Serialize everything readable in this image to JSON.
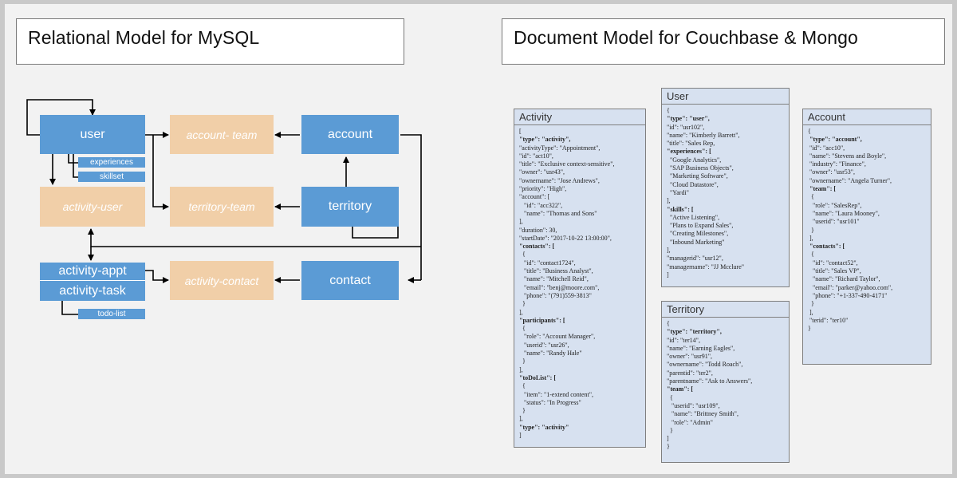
{
  "titles": {
    "left": "Relational Model for MySQL",
    "right": "Document Model for Couchbase & Mongo"
  },
  "relational": {
    "user": "user",
    "experiences": "experiences",
    "skillset": "skillset",
    "account_team": "account- team",
    "account": "account",
    "activity_user": "activity-user",
    "territory_team": "territory-team",
    "territory": "territory",
    "activity_appt": "activity-appt",
    "activity_task": "activity-task",
    "todo_list": "todo-list",
    "activity_contact": "activity-contact",
    "contact": "contact"
  },
  "colors": {
    "entity_blue": "#5b9bd5",
    "junction_tan": "#f1cfa8",
    "doc_fill": "#d7e1f0",
    "arrow": "#000000"
  },
  "documents": {
    "activity": {
      "title": "Activity",
      "lines": [
        [
          "[",
          false
        ],
        [
          "\"type\": \"activity\",",
          true
        ],
        [
          "\"activityType\": \"Appointment\",",
          false
        ],
        [
          "\"id\": \"act10\",",
          false
        ],
        [
          "\"title\": \"Exclusive context-sensitive\",",
          false
        ],
        [
          "\"owner\": \"usr43\",",
          false
        ],
        [
          "\"ownername\": \"Jose Andrews\",",
          false
        ],
        [
          "\"priority\": \"High\",",
          false
        ],
        [
          "\"account\": [",
          false
        ],
        [
          "   \"id\": \"acc322\",",
          false
        ],
        [
          "   \"name\": \"Thomas and Sons\"",
          false
        ],
        [
          "],",
          false
        ],
        [
          "\"duration\": 30,",
          false
        ],
        [
          "\"startDate\": \"2017-10-22 13:00:00\",",
          false
        ],
        [
          "\"contacts\": [",
          true
        ],
        [
          "  {",
          false
        ],
        [
          "   \"id\": \"contact1724\",",
          false
        ],
        [
          "   \"title\": \"Business Analyst\",",
          false
        ],
        [
          "   \"name\": \"Mitchell Reid\",",
          false
        ],
        [
          "   \"email\": \"benj@moore.com\",",
          false
        ],
        [
          "   \"phone\": \"(791)559-3813\"",
          false
        ],
        [
          "  }",
          false
        ],
        [
          "],",
          false
        ],
        [
          "\"participants\": [",
          true
        ],
        [
          "  {",
          false
        ],
        [
          "   \"role\": \"Account Manager\",",
          false
        ],
        [
          "   \"userid\": \"usr26\",",
          false
        ],
        [
          "   \"name\": \"Randy Hale\"",
          false
        ],
        [
          "  }",
          false
        ],
        [
          "],",
          false
        ],
        [
          "\"toDoList\": [",
          true
        ],
        [
          "  {",
          false
        ],
        [
          "   \"item\": \"1-extend content\",",
          false
        ],
        [
          "   \"status\": \"In Progress\"",
          false
        ],
        [
          "  }",
          false
        ],
        [
          "],",
          false
        ],
        [
          "\"type\": \"activity\"",
          true
        ],
        [
          "]",
          false
        ]
      ]
    },
    "user": {
      "title": "User",
      "lines": [
        [
          "{",
          false
        ],
        [
          "\"type\": \"user\",",
          true
        ],
        [
          "\"id\": \"usr102\",",
          false
        ],
        [
          "\"name\": \"Kimberly Barrett\",",
          false
        ],
        [
          "\"title\": \"Sales Rep,",
          false
        ],
        [
          "\"experiences\": [",
          true
        ],
        [
          "  \"Google Analytics\",",
          false
        ],
        [
          "  \"SAP Business Objects\",",
          false
        ],
        [
          "  \"Marketing Software\",",
          false
        ],
        [
          "  \"Cloud Datastore\",",
          false
        ],
        [
          "  \"Yardi\"",
          false
        ],
        [
          "],",
          false
        ],
        [
          "\"skills\": [",
          true
        ],
        [
          "  \"Active Listening\",",
          false
        ],
        [
          "  \"Plans to Expand Sales\",",
          false
        ],
        [
          "  \"Creating Milestones\",",
          false
        ],
        [
          "  \"Inbound Marketing\"",
          false
        ],
        [
          "],",
          false
        ],
        [
          "\"managerid\": \"usr12\",",
          false
        ],
        [
          "\"managername\": \"JJ Mcclure\"",
          false
        ],
        [
          "]",
          false
        ]
      ]
    },
    "territory": {
      "title": "Territory",
      "lines": [
        [
          "{",
          false
        ],
        [
          "\"type\": \"territory\",",
          true
        ],
        [
          "\"id\": \"ter14\",",
          false
        ],
        [
          "\"name\": \"Earning Eagles\",",
          false
        ],
        [
          "\"owner\": \"usr91\",",
          false
        ],
        [
          "\"ownername\": \"Todd Roach\",",
          false
        ],
        [
          "\"parentid\": \"ter2\",",
          false
        ],
        [
          "\"parentname\": \"Ask to Answers\",",
          false
        ],
        [
          "\"team\": [",
          true
        ],
        [
          "  {",
          false
        ],
        [
          "   \"userid\": \"usr109\",",
          false
        ],
        [
          "   \"name\": \"Brittney Smith\",",
          false
        ],
        [
          "   \"role\": \"Admin\"",
          false
        ],
        [
          "  }",
          false
        ],
        [
          "]",
          false
        ],
        [
          "}",
          false
        ]
      ]
    },
    "account": {
      "title": "Account",
      "lines": [
        [
          "{",
          false
        ],
        [
          " \"type\": \"account\",",
          true
        ],
        [
          " \"id\": \"acc10\",",
          false
        ],
        [
          " \"name\": \"Stevens and Boyle\",",
          false
        ],
        [
          " \"industry\": \"Finance\",",
          false
        ],
        [
          " \"owner\": \"usr53\",",
          false
        ],
        [
          " \"ownername\": \"Angela Turner\",",
          false
        ],
        [
          " \"team\": [",
          true
        ],
        [
          "  {",
          false
        ],
        [
          "   \"role\": \"SalesRep\",",
          false
        ],
        [
          "   \"name\": \"Laura Mooney\",",
          false
        ],
        [
          "   \"userid\": \"usr101\"",
          false
        ],
        [
          "  }",
          false
        ],
        [
          " ],",
          false
        ],
        [
          " \"contacts\": [",
          true
        ],
        [
          "  {",
          false
        ],
        [
          "   \"id\": \"contact52\",",
          false
        ],
        [
          "   \"title\": \"Sales VP\",",
          false
        ],
        [
          "   \"name\": \"Richard Taylor\",",
          false
        ],
        [
          "   \"email\": \"parker@yahoo.com\",",
          false
        ],
        [
          "   \"phone\": \"+1-337-490-4171\"",
          false
        ],
        [
          "  }",
          false
        ],
        [
          " ],",
          false
        ],
        [
          " \"terid\": \"ter10\"",
          false
        ],
        [
          "}",
          false
        ]
      ]
    }
  }
}
